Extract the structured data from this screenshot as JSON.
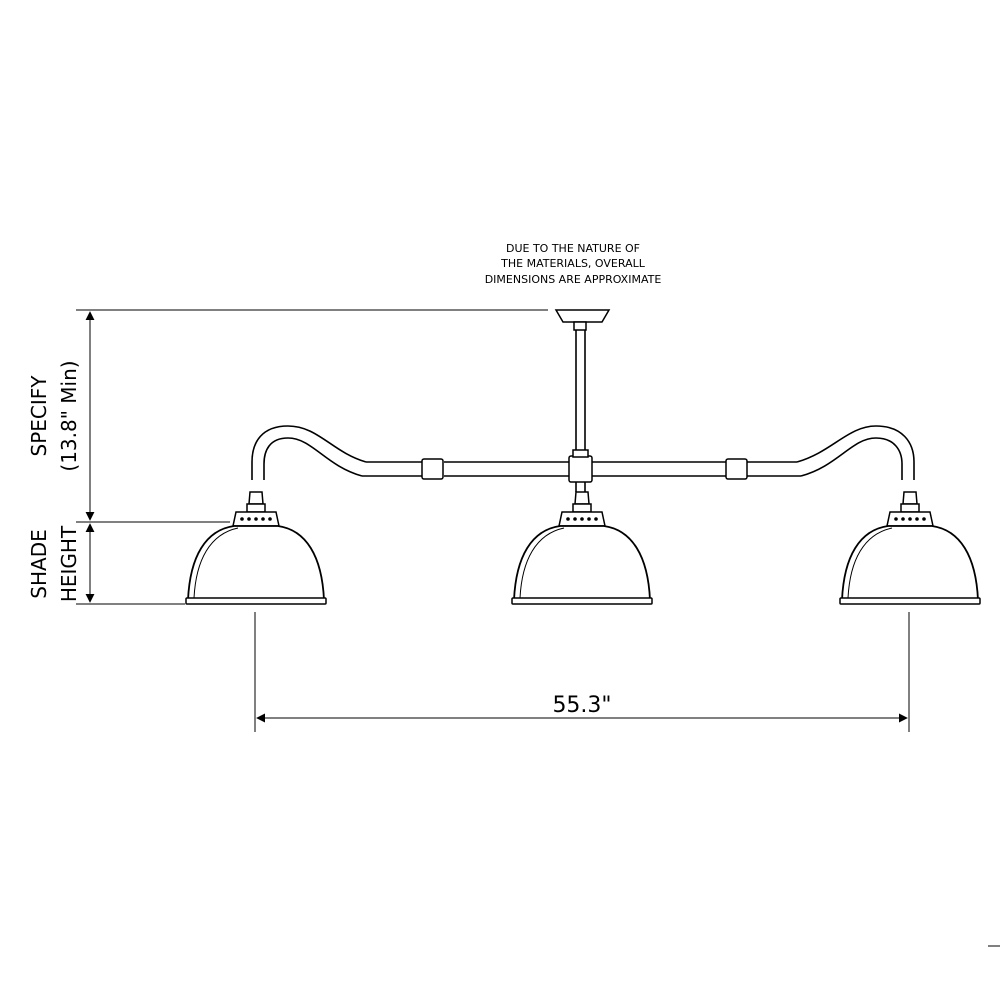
{
  "note": {
    "line1": "DUE TO THE NATURE OF",
    "line2": "THE MATERIALS, OVERALL",
    "line3": "DIMENSIONS ARE APPROXIMATE"
  },
  "dimensions": {
    "specify_line1": "SPECIFY",
    "specify_line2": "(13.8\" Min)",
    "shade_line1": "SHADE",
    "shade_line2": "HEIGHT",
    "span": "55.3\""
  },
  "shade_count": 3
}
